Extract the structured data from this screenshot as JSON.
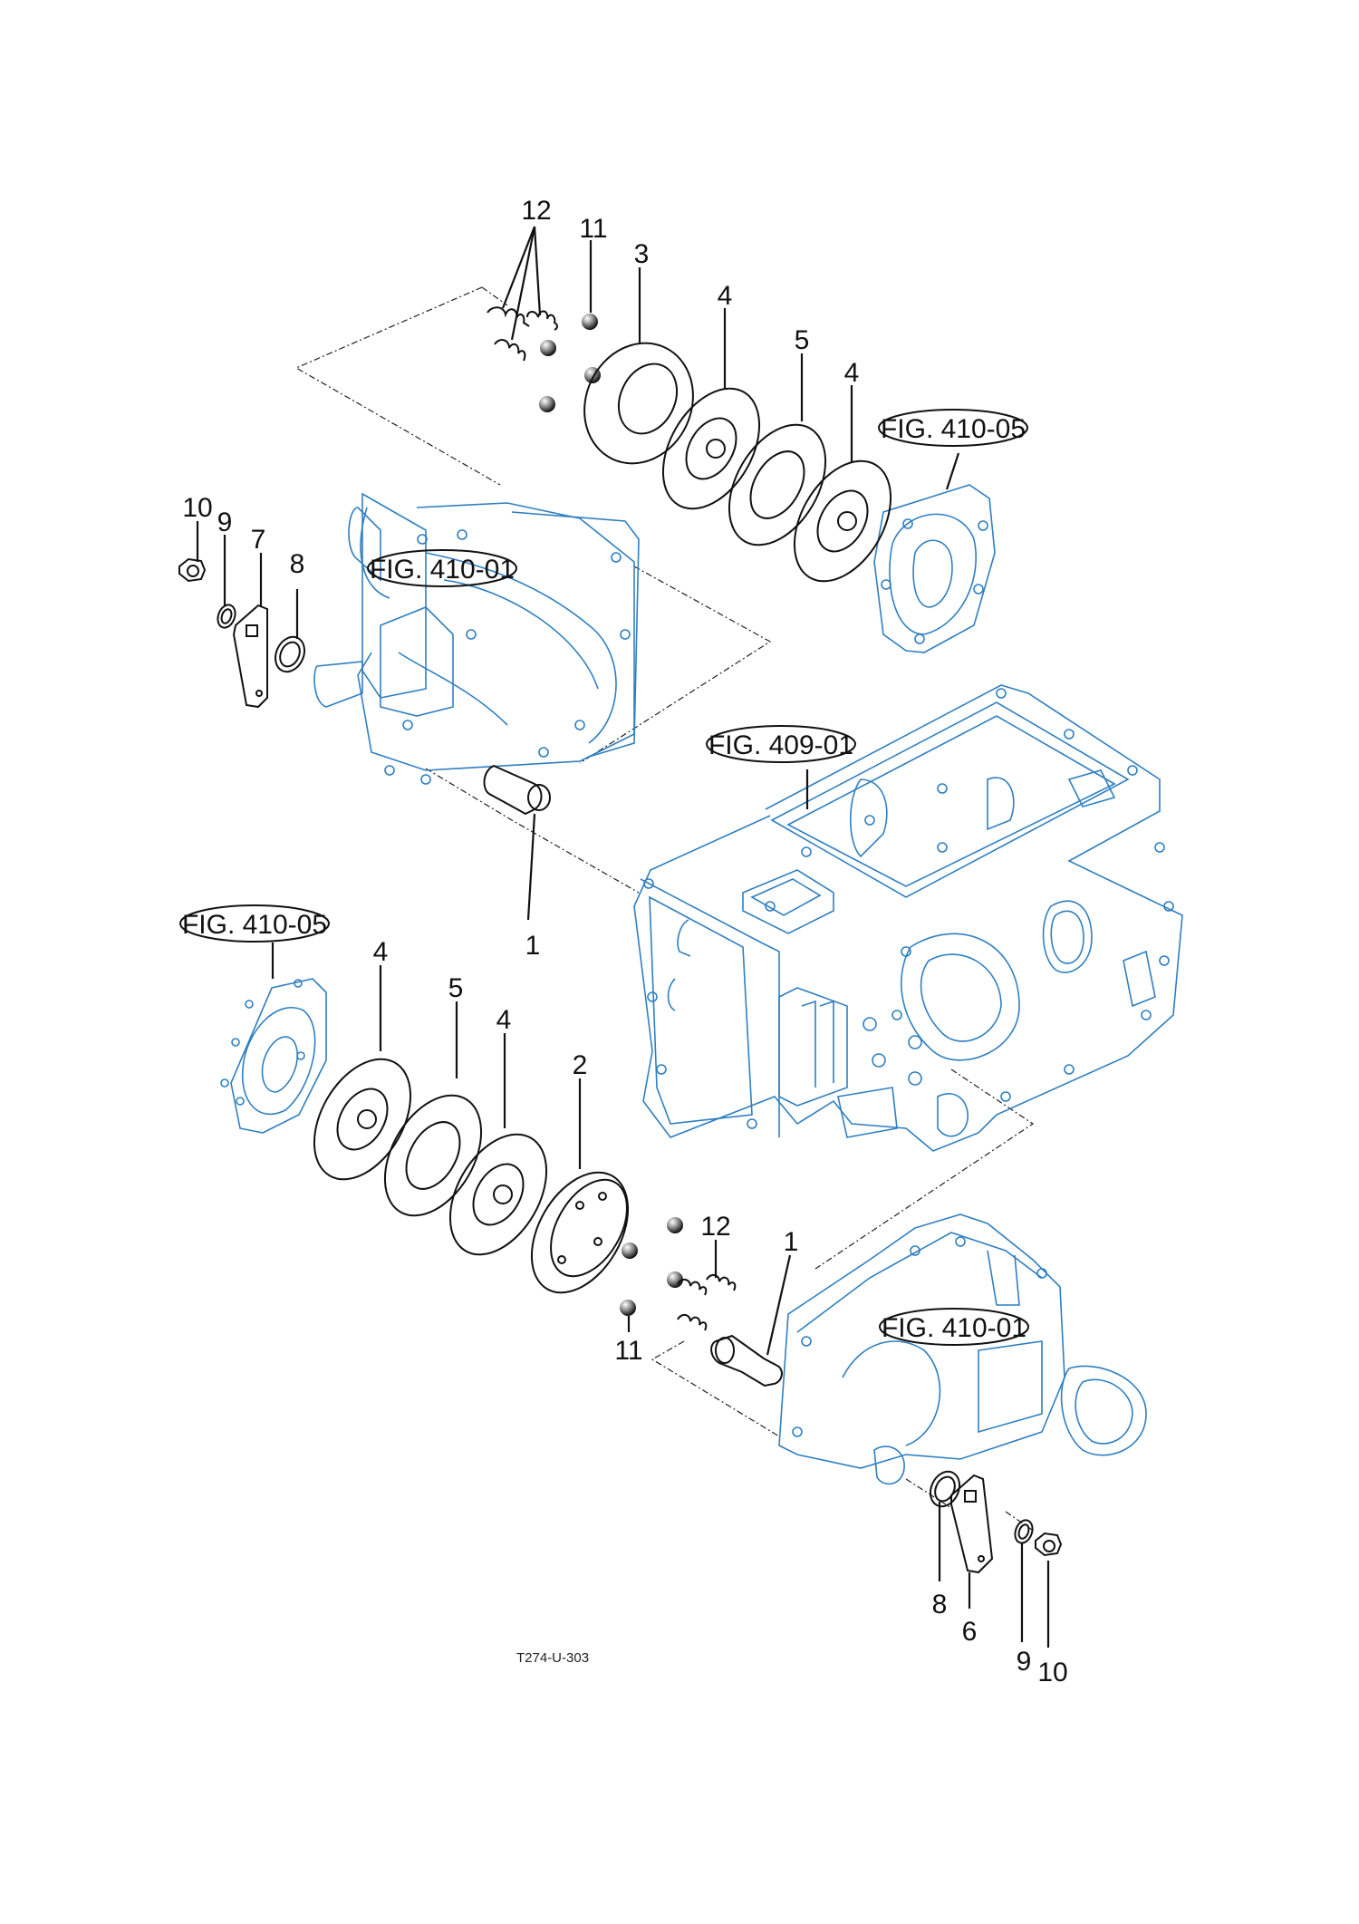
{
  "diagram": {
    "code": "T274-U-303",
    "colors": {
      "housing": "#2f7fc1",
      "parts": "#111111",
      "background": "#ffffff"
    },
    "references": [
      {
        "id": "ref-top-410-05",
        "label": "FIG. 410-05"
      },
      {
        "id": "ref-top-410-01",
        "label": "FIG. 410-01"
      },
      {
        "id": "ref-409-01",
        "label": "FIG. 409-01"
      },
      {
        "id": "ref-bottom-410-05",
        "label": "FIG. 410-05"
      },
      {
        "id": "ref-bottom-410-01",
        "label": "FIG. 410-01"
      }
    ],
    "callouts_top": [
      {
        "part": "12",
        "label": "12"
      },
      {
        "part": "11",
        "label": "11"
      },
      {
        "part": "3",
        "label": "3"
      },
      {
        "part": "4a",
        "label": "4"
      },
      {
        "part": "5",
        "label": "5"
      },
      {
        "part": "4b",
        "label": "4"
      },
      {
        "part": "10",
        "label": "10"
      },
      {
        "part": "9",
        "label": "9"
      },
      {
        "part": "7",
        "label": "7"
      },
      {
        "part": "8",
        "label": "8"
      },
      {
        "part": "1",
        "label": "1"
      }
    ],
    "callouts_bottom": [
      {
        "part": "4a",
        "label": "4"
      },
      {
        "part": "5",
        "label": "5"
      },
      {
        "part": "4b",
        "label": "4"
      },
      {
        "part": "2",
        "label": "2"
      },
      {
        "part": "12",
        "label": "12"
      },
      {
        "part": "1",
        "label": "1"
      },
      {
        "part": "11",
        "label": "11"
      },
      {
        "part": "8",
        "label": "8"
      },
      {
        "part": "6",
        "label": "6"
      },
      {
        "part": "9",
        "label": "9"
      },
      {
        "part": "10",
        "label": "10"
      }
    ]
  }
}
